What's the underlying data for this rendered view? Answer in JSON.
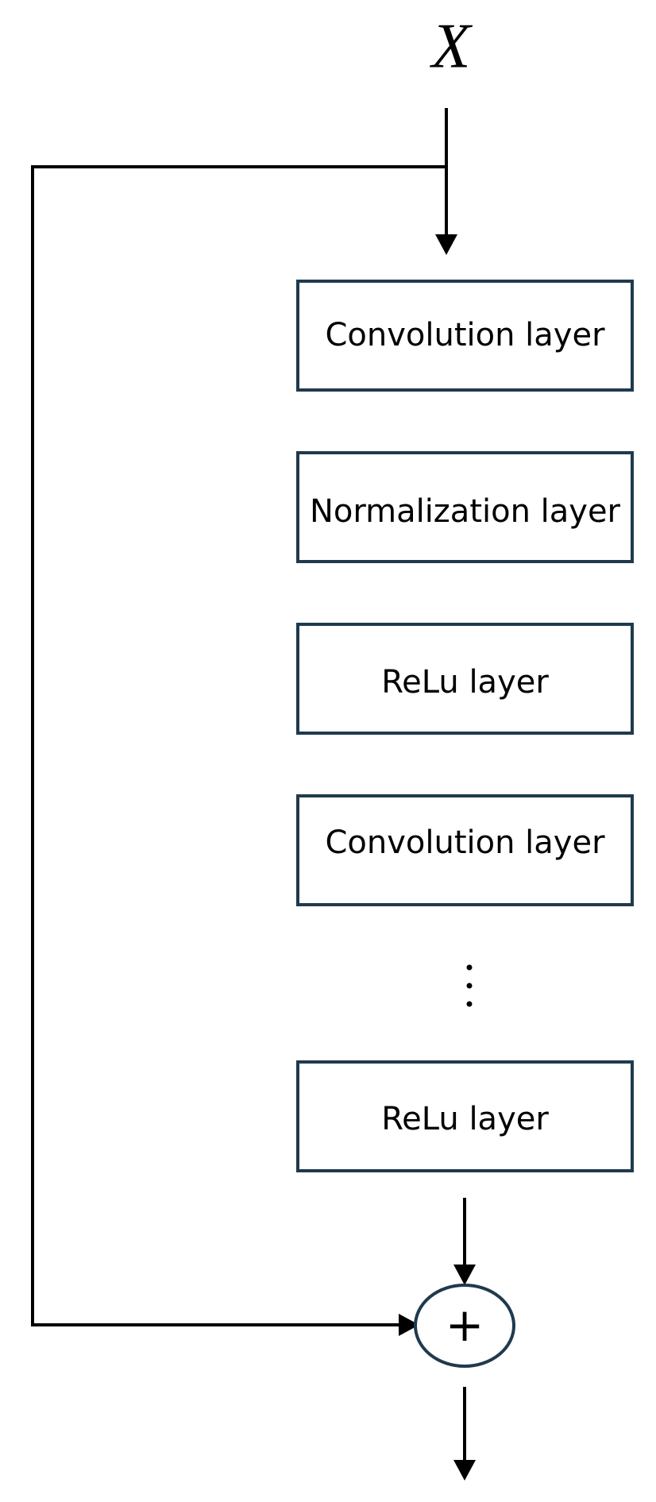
{
  "diagram": {
    "input_label": "X",
    "layers": [
      {
        "label": "Convolution layer"
      },
      {
        "label": "Normalization layer"
      },
      {
        "label": "ReLu layer"
      },
      {
        "label": "Convolution layer"
      },
      {
        "label": "ReLu layer"
      }
    ],
    "ellipsis_symbol": "⋮",
    "sum_symbol": "+"
  }
}
